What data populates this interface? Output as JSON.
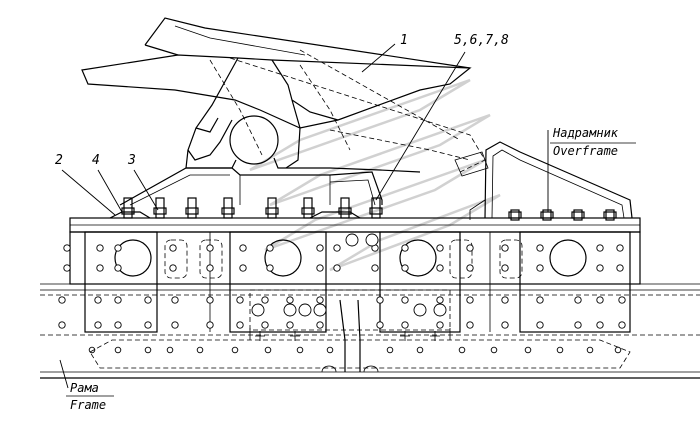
{
  "callouts": {
    "c1": "1",
    "c2": "2",
    "c3": "3",
    "c4": "4",
    "c5678": "5,6,7,8"
  },
  "captions": {
    "overframe_ru": "Надрамник",
    "overframe_en": "Overframe",
    "frame_ru": "Рама",
    "frame_en": "Frame"
  }
}
